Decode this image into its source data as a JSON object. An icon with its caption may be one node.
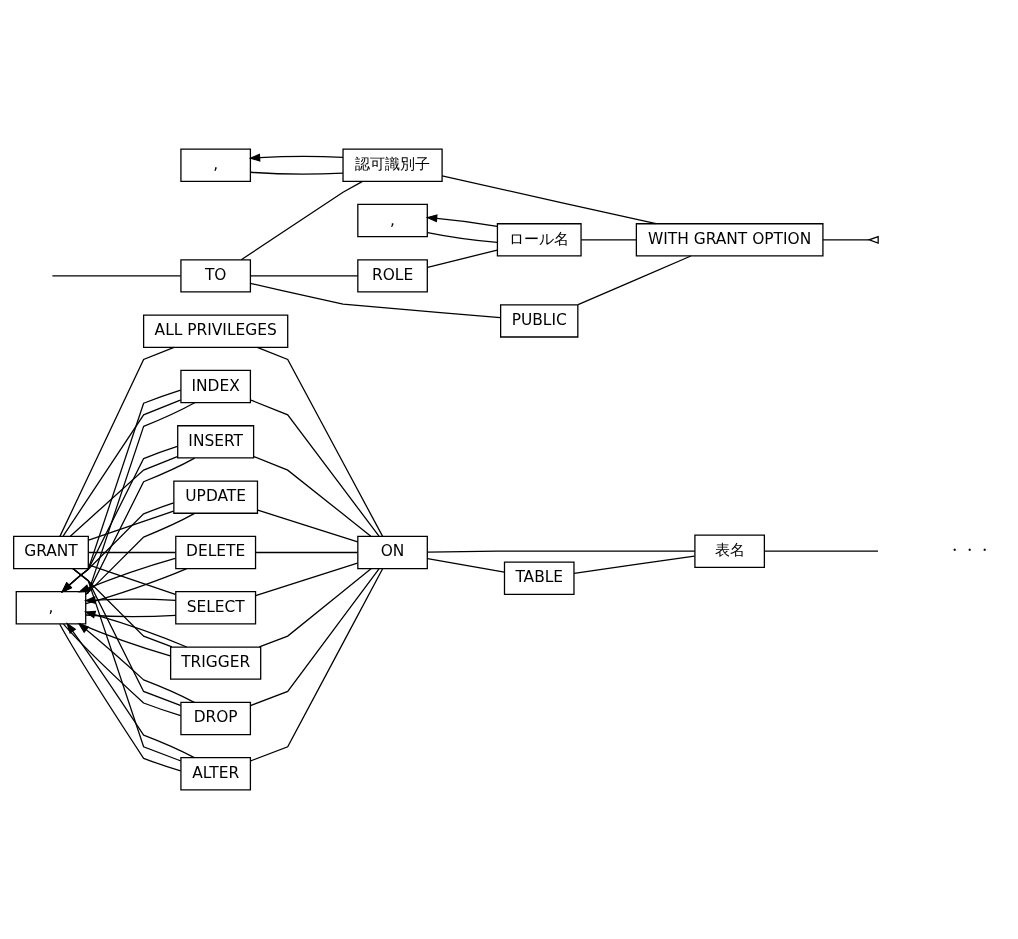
{
  "diagram": {
    "nodes": [
      {
        "text": [
          "GRANT"
        ]
      },
      {
        "text": [
          "ALL PRIVILEGES"
        ]
      },
      {
        "text": [
          ","
        ]
      },
      {
        "text": [
          "INSERT"
        ]
      },
      {
        "text": [
          "UPDATE"
        ]
      },
      {
        "text": [
          "DELETE"
        ]
      },
      {
        "text": [
          "SELECT"
        ]
      },
      {
        "text": [
          "TRIGGER"
        ]
      },
      {
        "text": [
          "DROP"
        ]
      },
      {
        "text": [
          "ALTER"
        ]
      },
      {
        "text": [
          "INDEX"
        ]
      },
      {
        "text": [
          "ON"
        ]
      },
      {
        "text": [
          "TABLE"
        ]
      },
      {
        "text": [
          "表名"
        ]
      },
      {
        "text": [
          "TO"
        ]
      },
      {
        "text": [
          "PUBLIC"
        ]
      },
      {
        "text": [
          ","
        ]
      },
      {
        "text": [
          "認可識別子"
        ]
      },
      {
        "text": [
          "ROLE"
        ]
      },
      {
        "text": [
          ","
        ]
      },
      {
        "text": [
          "ロール名"
        ]
      },
      {
        "text": [
          "WITH GRANT OPTION"
        ]
      }
    ],
    "edges": [
      {
        "from": 0,
        "to": 1,
        "arrow": "none"
      },
      {
        "from": 0,
        "to": 3,
        "arrow": "none"
      },
      {
        "from": 0,
        "to": 4,
        "arrow": "none"
      },
      {
        "from": 0,
        "to": 5,
        "arrow": "none"
      },
      {
        "from": 0,
        "to": 6,
        "arrow": "none"
      },
      {
        "from": 0,
        "to": 7,
        "arrow": "none"
      },
      {
        "from": 0,
        "to": 8,
        "arrow": "none"
      },
      {
        "from": 0,
        "to": 9,
        "arrow": "none"
      },
      {
        "from": 0,
        "to": 10,
        "arrow": "none"
      },
      {
        "from": 3,
        "to": 2,
        "arrow": "to"
      },
      {
        "from": 4,
        "to": 2,
        "arrow": "to"
      },
      {
        "from": 5,
        "to": 2,
        "arrow": "to"
      },
      {
        "from": 6,
        "to": 2,
        "arrow": "to"
      },
      {
        "from": 7,
        "to": 2,
        "arrow": "to"
      },
      {
        "from": 8,
        "to": 2,
        "arrow": "to"
      },
      {
        "from": 9,
        "to": 2,
        "arrow": "to"
      },
      {
        "from": 10,
        "to": 2,
        "arrow": "to"
      },
      {
        "from": 2,
        "to": 3,
        "arrow": "none"
      },
      {
        "from": 2,
        "to": 4,
        "arrow": "none"
      },
      {
        "from": 2,
        "to": 5,
        "arrow": "none"
      },
      {
        "from": 2,
        "to": 6,
        "arrow": "none"
      },
      {
        "from": 2,
        "to": 7,
        "arrow": "none"
      },
      {
        "from": 2,
        "to": 8,
        "arrow": "none"
      },
      {
        "from": 2,
        "to": 9,
        "arrow": "none"
      },
      {
        "from": 2,
        "to": 10,
        "arrow": "none"
      },
      {
        "from": 1,
        "to": 11,
        "arrow": "none"
      },
      {
        "from": 3,
        "to": 11,
        "arrow": "none"
      },
      {
        "from": 4,
        "to": 11,
        "arrow": "none"
      },
      {
        "from": 5,
        "to": 11,
        "arrow": "none"
      },
      {
        "from": 6,
        "to": 11,
        "arrow": "none"
      },
      {
        "from": 7,
        "to": 11,
        "arrow": "none"
      },
      {
        "from": 8,
        "to": 11,
        "arrow": "none"
      },
      {
        "from": 9,
        "to": 11,
        "arrow": "none"
      },
      {
        "from": 10,
        "to": 11,
        "arrow": "none"
      },
      {
        "from": 11,
        "to": 13,
        "arrow": "none"
      },
      {
        "from": 11,
        "to": 12,
        "arrow": "none"
      },
      {
        "from": 12,
        "to": 13,
        "arrow": "none"
      },
      {
        "from": 13,
        "to": null,
        "arrow": "none"
      },
      {
        "from": null,
        "to": 14,
        "arrow": "none"
      },
      {
        "from": 14,
        "to": 15,
        "arrow": "none"
      },
      {
        "from": 14,
        "to": 17,
        "arrow": "none"
      },
      {
        "from": 14,
        "to": 18,
        "arrow": "none"
      },
      {
        "from": 17,
        "to": 16,
        "arrow": "to"
      },
      {
        "from": 16,
        "to": 17,
        "arrow": "none"
      },
      {
        "from": 18,
        "to": 20,
        "arrow": "none"
      },
      {
        "from": 20,
        "to": 19,
        "arrow": "to"
      },
      {
        "from": 19,
        "to": 20,
        "arrow": "none"
      },
      {
        "from": 15,
        "to": 21,
        "arrow": "none"
      },
      {
        "from": 17,
        "to": 21,
        "arrow": "none"
      },
      {
        "from": 20,
        "to": 21,
        "arrow": "none"
      },
      {
        "from": 21,
        "to": null,
        "arrow": "other"
      }
    ],
    "labels": [
      "・・・"
    ]
  }
}
